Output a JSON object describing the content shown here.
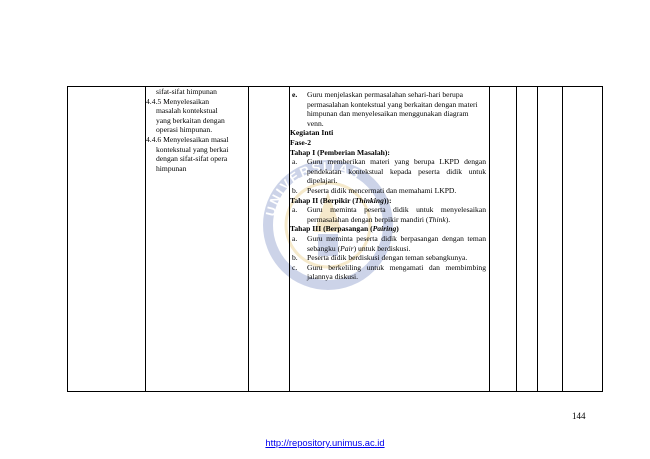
{
  "watermark": {
    "text": "UNIVERSITAS",
    "color": "#1d3d9b"
  },
  "competency_column": [
    {
      "indent": true,
      "text": "sifat-sifat himpunan"
    },
    {
      "indent": false,
      "text": "4.4.5 Menyelesaikan"
    },
    {
      "indent": true,
      "text": "masalah kontekstual"
    },
    {
      "indent": true,
      "text": "yang berkaitan dengan"
    },
    {
      "indent": true,
      "text": "operasi himpunan."
    },
    {
      "indent": false,
      "text": "4.4.6 Menyelesaikan masal"
    },
    {
      "indent": true,
      "text": "kontekstual yang berkai"
    },
    {
      "indent": true,
      "text": "dengan sifat-sifat opera"
    },
    {
      "indent": true,
      "text": "himpunan"
    }
  ],
  "activities": {
    "item_e": {
      "label": "e.",
      "text": "Guru menjelaskan permasalahan sehari-hari berupa permasalahan kontekstual yang berkaitan dengan materi himpunan  dan menyelesaikan menggunakan diagram venn."
    },
    "kegiatan_inti": "Kegiatan Inti",
    "fase": "Fase-2",
    "tahap1": {
      "prefix": "Tahap I (Pemberian Masalah",
      "suffix": "):"
    },
    "tahap1_items": [
      {
        "label": "a.",
        "text": "Guru memberikan materi yang berupa LKPD dengan pendekatan kontekstual kepada peserta didik untuk dipelajari."
      },
      {
        "label": "b.",
        "text": "Peserta didik mencermati dan memahami LKPD."
      }
    ],
    "tahap2": {
      "prefix": "Tahap II (Berpikir (",
      "italic": "Thinking",
      "suffix": ")):"
    },
    "tahap2_items": [
      {
        "label": "a.",
        "pre": "Guru meminta peserta didik untuk menyelesaikan permasalahan dengan berpikir mandiri (",
        "italic": "Think",
        "post": ")."
      }
    ],
    "tahap3": {
      "prefix": "Tahap III (Berpasangan (",
      "italic": "Pairing",
      "suffix": ")"
    },
    "tahap3_items": [
      {
        "label": "a.",
        "pre": "Guru meminta peserta didik berpasangan dengan teman sebangku (",
        "italic": "Pair",
        "post": ") untuk berdiskusi."
      },
      {
        "label": "b.",
        "pre": "Peserta didik berdiskusi dengan teman sebangkunya.",
        "italic": "",
        "post": ""
      },
      {
        "label": "c.",
        "pre": "Guru berkeliling untuk mengamati dan membimbing jalannya diskusi.",
        "italic": "",
        "post": ""
      }
    ]
  },
  "page_number": "144",
  "footer_url": "http://repository.unimus.ac.id"
}
